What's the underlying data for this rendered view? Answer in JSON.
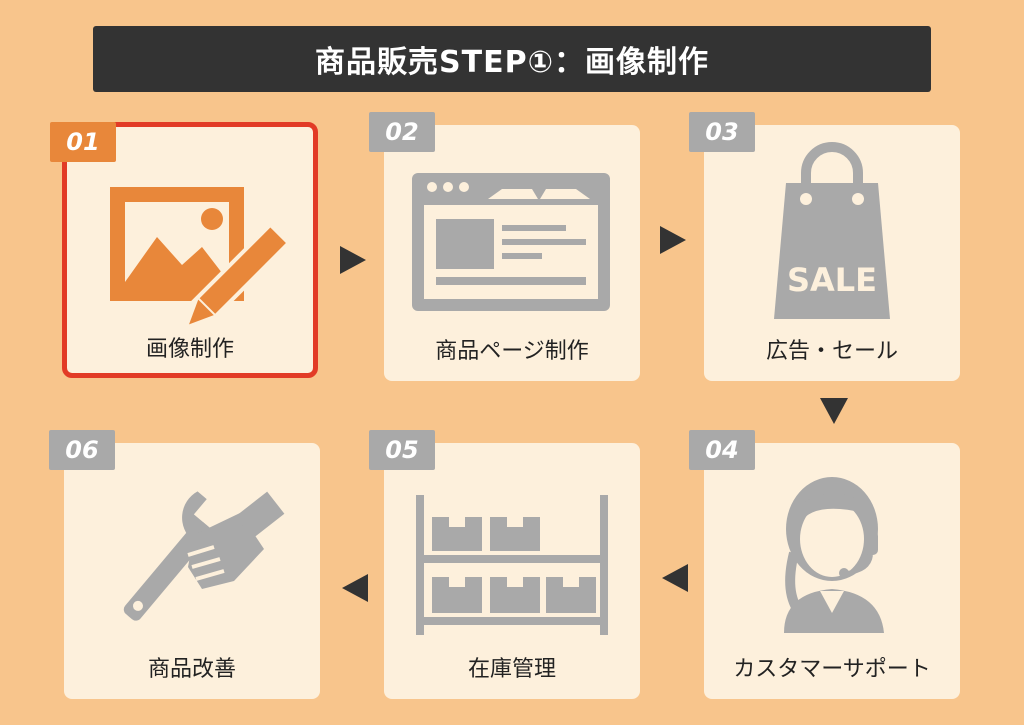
{
  "header": {
    "title": "商品販売STEP①：画像制作"
  },
  "steps": [
    {
      "number": "01",
      "label": "画像制作",
      "icon": "image-edit-icon",
      "active": true
    },
    {
      "number": "02",
      "label": "商品ページ制作",
      "icon": "webpage-icon",
      "active": false
    },
    {
      "number": "03",
      "label": "広告・セール",
      "icon": "sale-bag-icon",
      "active": false
    },
    {
      "number": "04",
      "label": "カスタマーサポート",
      "icon": "support-operator-icon",
      "active": false
    },
    {
      "number": "05",
      "label": "在庫管理",
      "icon": "inventory-shelf-icon",
      "active": false
    },
    {
      "number": "06",
      "label": "商品改善",
      "icon": "wrench-hand-icon",
      "active": false
    }
  ],
  "sale_text": "SALE",
  "colors": {
    "background": "#f8c58c",
    "banner": "#333333",
    "card": "#fdf0dc",
    "active_border": "#e23b26",
    "active_accent": "#e8873a",
    "inactive_icon": "#a9a9a9",
    "arrow": "#333333"
  }
}
